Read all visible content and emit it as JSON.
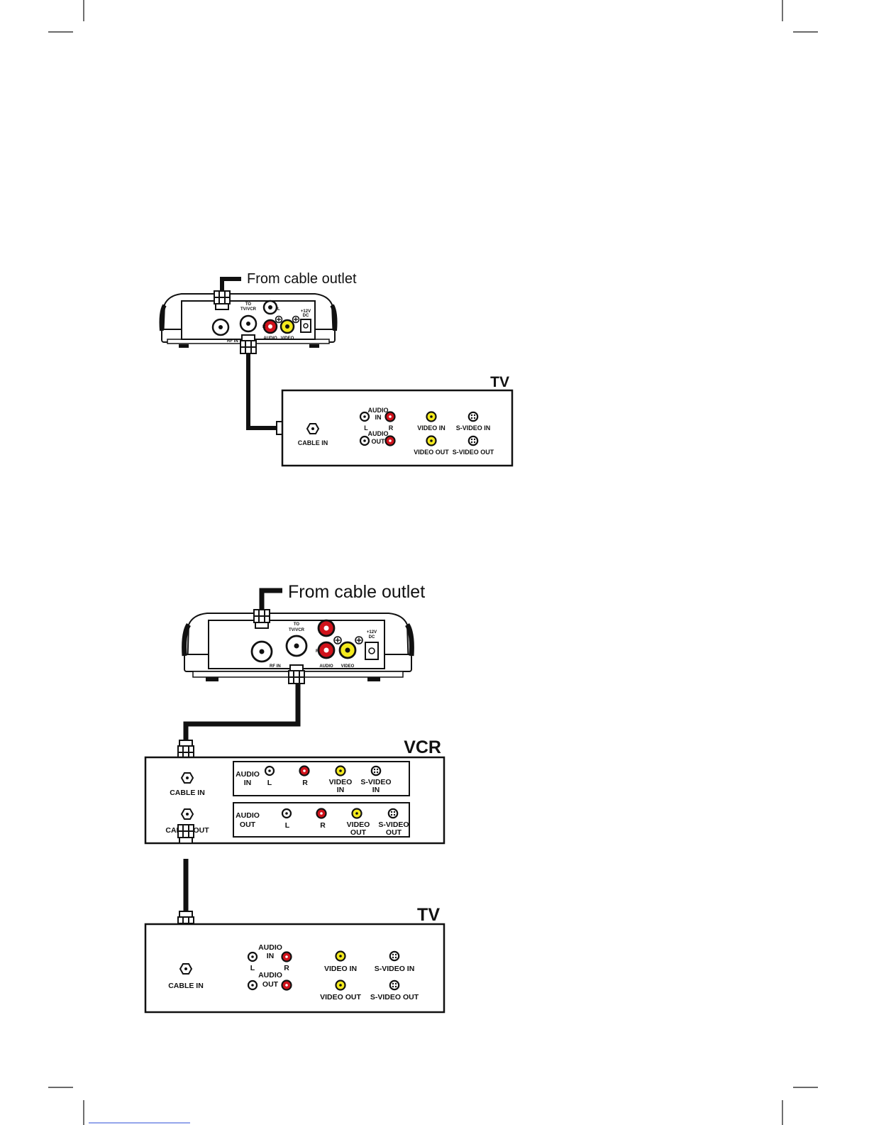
{
  "diagram1": {
    "cable_outlet_label": "From cable outlet",
    "box": {
      "to_tv_vcr": [
        "TO",
        "TV/VCR"
      ],
      "rf_in": "RF IN",
      "audio": "AUDIO",
      "video": "VIDEO",
      "left_mark": "L",
      "right_mark": "R",
      "dc": [
        "+12V",
        "DC"
      ]
    },
    "tv": {
      "title": "TV",
      "cable_in": "CABLE IN",
      "audio_in": [
        "AUDIO",
        "IN"
      ],
      "audio_out": [
        "AUDIO",
        "OUT"
      ],
      "left": "L",
      "right": "R",
      "video_in": "VIDEO IN",
      "svideo_in": "S-VIDEO IN",
      "video_out": "VIDEO OUT",
      "svideo_out": "S-VIDEO OUT"
    }
  },
  "diagram2": {
    "cable_outlet_label": "From cable outlet",
    "box": {
      "to_tv_vcr": [
        "TO",
        "TV/VCR"
      ],
      "rf_in": "RF IN",
      "audio": "AUDIO",
      "video": "VIDEO",
      "right_mark": "R",
      "dc": [
        "+12V",
        "DC"
      ]
    },
    "vcr": {
      "title": "VCR",
      "cable_in": "CABLE IN",
      "cable_out": "CABLE OUT",
      "audio_in": [
        "AUDIO",
        "IN"
      ],
      "audio_out": [
        "AUDIO",
        "OUT"
      ],
      "left": "L",
      "right": "R",
      "video_in": [
        "VIDEO",
        "IN"
      ],
      "svideo_in": [
        "S-VIDEO",
        "IN"
      ],
      "video_out": [
        "VIDEO",
        "OUT"
      ],
      "svideo_out": [
        "S-VIDEO",
        "OUT"
      ]
    },
    "tv": {
      "title": "TV",
      "cable_in": "CABLE IN",
      "audio_in": [
        "AUDIO",
        "IN"
      ],
      "audio_out": [
        "AUDIO",
        "OUT"
      ],
      "left": "L",
      "right": "R",
      "video_in": "VIDEO IN",
      "svideo_in": "S-VIDEO IN",
      "video_out": "VIDEO OUT",
      "svideo_out": "S-VIDEO OUT"
    }
  },
  "colors": {
    "jack_red": "#d0121b",
    "jack_yellow": "#f4ea1e",
    "jack_white": "#ffffff",
    "line": "#111111",
    "footer_link": "#2a4bd7"
  }
}
